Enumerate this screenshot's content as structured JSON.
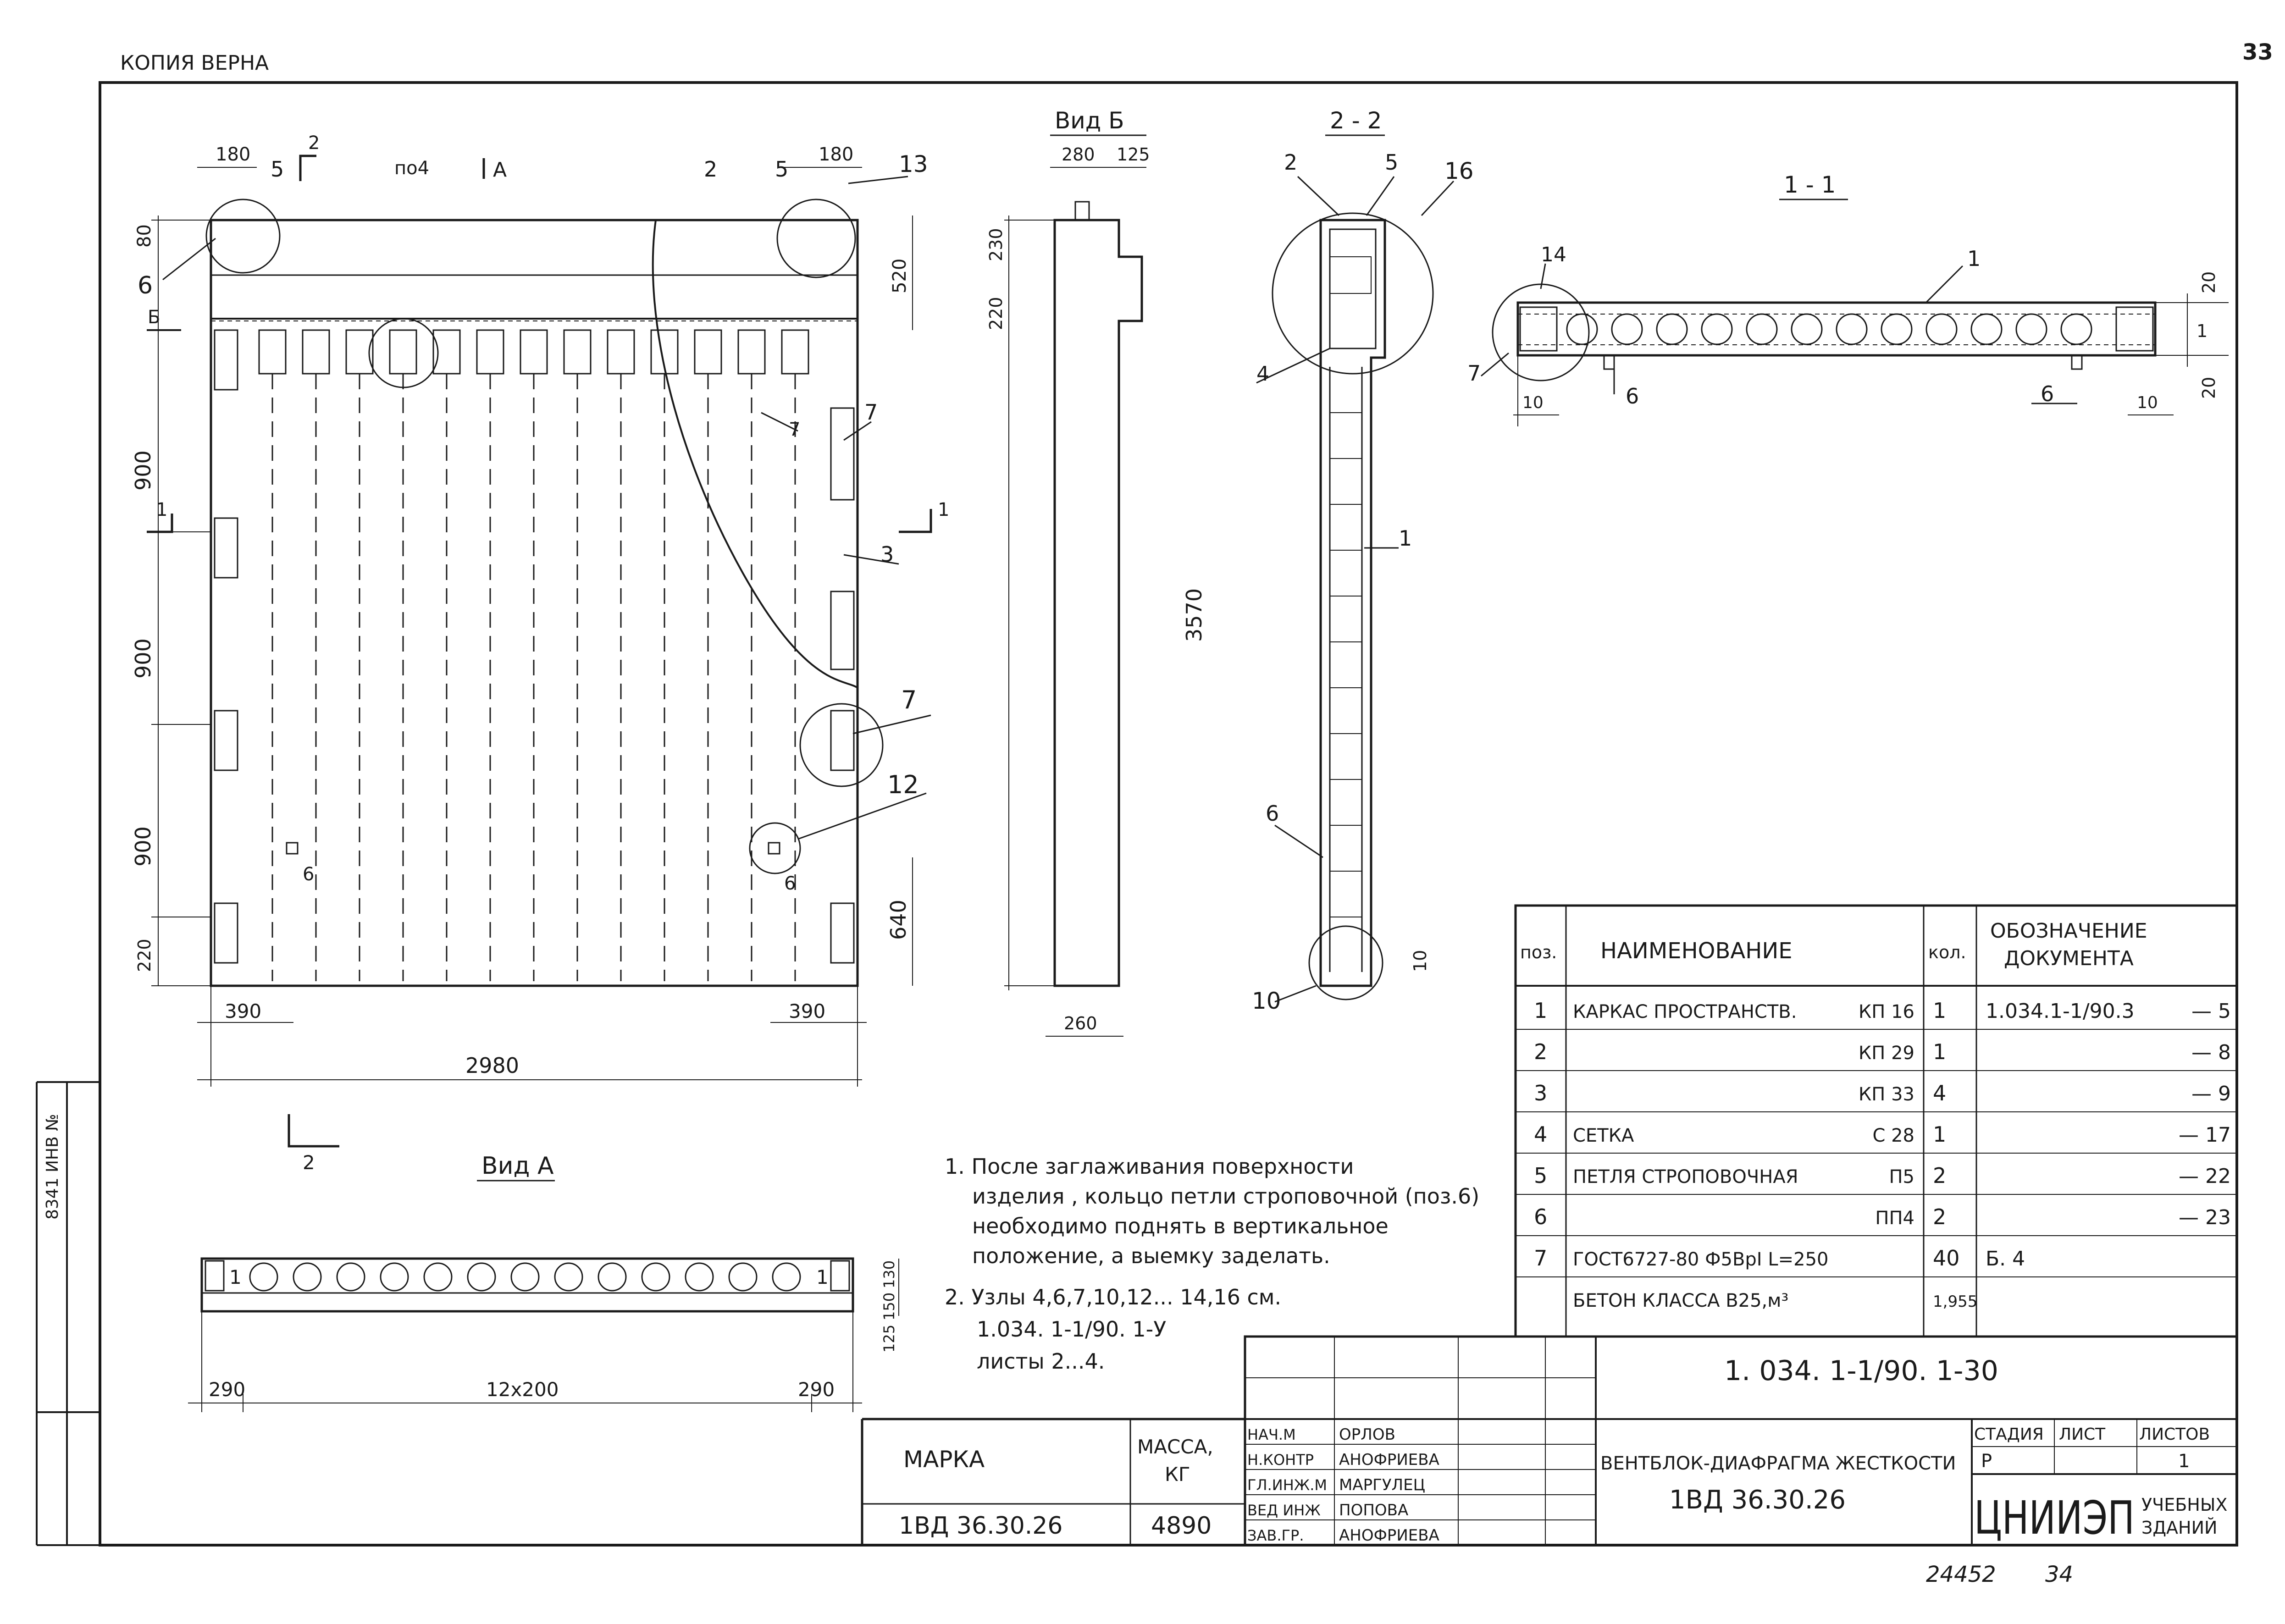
{
  "header": {
    "copy_mark": "КОПИЯ  ВЕРНА",
    "page_number": "33"
  },
  "left_margin": {
    "inv_label": "8341 ИНВ №"
  },
  "front_view": {
    "markers": {
      "section_2": "2",
      "view_a": "А",
      "pod_4": "по4",
      "view_b": "Б",
      "section_1": "1",
      "callout_2": "2",
      "callout_5_left": "5",
      "callout_5_right": "5",
      "callout_13": "13",
      "callout_6_topleft": "6",
      "callout_7_small": "7",
      "callout_7_right": "7",
      "callout_3": "3",
      "callout_7_circle": "7",
      "callout_12": "12",
      "label_6_left": "6",
      "label_6_right": "6"
    },
    "dims": {
      "d180_left": "180",
      "d180_right": "180",
      "d80": "80",
      "d520": "520",
      "d900_1": "900",
      "d900_2": "900",
      "d900_3": "900",
      "d220": "220",
      "d640": "640",
      "d390_left": "390",
      "d390_right": "390",
      "d2980": "2980"
    },
    "section_2_bottom": "2"
  },
  "view_b": {
    "title": "Вид Б",
    "dims": {
      "d280": "280",
      "d125": "125",
      "d220": "220",
      "d230": "230",
      "d3570": "3570",
      "d260": "260"
    }
  },
  "section_22": {
    "title": "2 - 2",
    "callouts": {
      "c2": "2",
      "c5": "5",
      "c16": "16",
      "c4": "4",
      "c1": "1",
      "c6": "6",
      "c10": "10"
    },
    "dims": {
      "d10": "10"
    }
  },
  "section_11": {
    "title": "1 - 1",
    "callouts": {
      "c14": "14",
      "c1": "1",
      "c7": "7",
      "c6_left": "6",
      "c6_right": "6"
    },
    "dims": {
      "d20_top": "20",
      "d20_bottom": "20",
      "d10_left": "10",
      "d10_right": "10",
      "d1_right": "1"
    }
  },
  "view_a": {
    "title": "Вид А",
    "marks": {
      "left_1": "1",
      "right_1": "1"
    },
    "dims": {
      "d290_left": "290",
      "d12x200": "12x200",
      "d290_right": "290",
      "d125": "125",
      "d150": "150",
      "d130": "130"
    }
  },
  "notes": [
    "1. После заглаживания поверхности",
    "изделия , кольцо петли строповочной (поз.6)",
    "необходимо поднять в вертикальное",
    "положение, а выемку заделать.",
    "2. Узлы 4,6,7,10,12... 14,16 см.",
    "1.034. 1-1/90. 1-У",
    "листы 2...4."
  ],
  "spec_table": {
    "headers": {
      "pos": "поз.",
      "name": "НАИМЕНОВАНИЕ",
      "qty": "кол.",
      "doc_line1": "ОБОЗНАЧЕНИЕ",
      "doc_line2": "ДОКУМЕНТА"
    },
    "rows": [
      {
        "pos": "1",
        "name": "КАРКАС ПРОСТРАНСТВ.",
        "mark": "КП 16",
        "qty": "1",
        "doc": "1.034.1-1/90.3",
        "sheet": "5"
      },
      {
        "pos": "2",
        "name": "",
        "mark": "КП 29",
        "qty": "1",
        "doc": "",
        "sheet": "8"
      },
      {
        "pos": "3",
        "name": "",
        "mark": "КП 33",
        "qty": "4",
        "doc": "",
        "sheet": "9"
      },
      {
        "pos": "4",
        "name": "СЕТКА",
        "mark": "С 28",
        "qty": "1",
        "doc": "",
        "sheet": "17"
      },
      {
        "pos": "5",
        "name": "ПЕТЛЯ СТРОПОВОЧНАЯ",
        "mark": "П5",
        "qty": "2",
        "doc": "",
        "sheet": "22"
      },
      {
        "pos": "6",
        "name": "",
        "mark": "ПП4",
        "qty": "2",
        "doc": "",
        "sheet": "23"
      },
      {
        "pos": "7",
        "name": "ГОСТ6727-80 Ф5ВрI  L=250",
        "mark": "",
        "qty": "40",
        "doc": "Б. 4",
        "sheet": ""
      },
      {
        "pos": "",
        "name": "БЕТОН КЛАССА В25,м³",
        "mark": "",
        "qty": "1,955",
        "doc": "",
        "sheet": ""
      }
    ]
  },
  "title_block": {
    "doc_code": "1. 034. 1-1/90. 1-30",
    "marka_label": "МАРКА",
    "massa_label": "МАССА,",
    "massa_unit": "КГ",
    "marka_value": "1ВД 36.30.26",
    "massa_value": "4890",
    "staff": [
      {
        "role": "НАЧ.М",
        "name": "ОРЛОВ"
      },
      {
        "role": "Н.КОНТР",
        "name": "АНОФРИЕВА"
      },
      {
        "role": "ГЛ.ИНЖ.М",
        "name": "МАРГУЛЕЦ"
      },
      {
        "role": "ВЕД ИНЖ",
        "name": "ПОПОВА"
      },
      {
        "role": "ЗАВ.ГР.",
        "name": "АНОФРИЕВА"
      }
    ],
    "product_name": "ВЕНТБЛОК-ДИАФРАГМА ЖЕСТКОСТИ",
    "product_mark": "1ВД 36.30.26",
    "stage_label": "СТАДИЯ",
    "sheet_label": "ЛИСТ",
    "sheets_label": "ЛИСТОВ",
    "stage_value": "Р",
    "sheets_value": "1",
    "org_name": "ЦНИИЭП",
    "org_sub1": "УЧЕБНЫХ",
    "org_sub2": "ЗДАНИЙ"
  },
  "footer": {
    "archive_no": "24452",
    "archive_sheet": "34"
  }
}
